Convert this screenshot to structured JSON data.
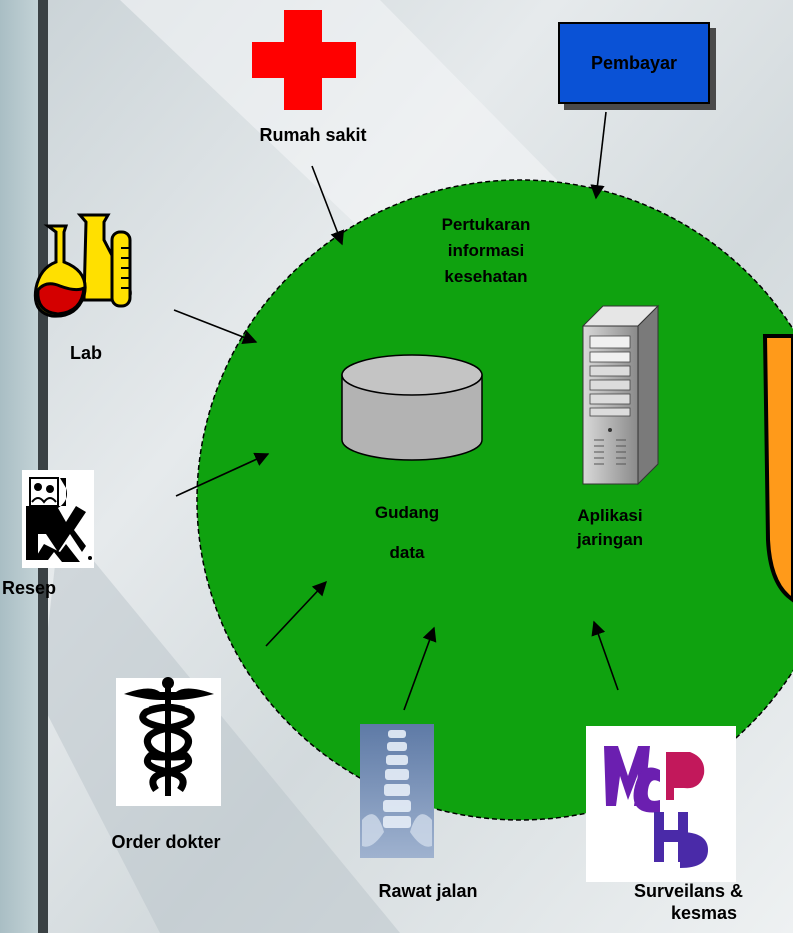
{
  "diagram": {
    "payer_label": "Pembayar",
    "hospital_label": "Rumah sakit",
    "exchange_label": [
      "Pertukaran",
      "informasi",
      "kesehatan"
    ],
    "lab_label": "Lab",
    "prescription_label": "Resep",
    "doctor_order_label": "Order dokter",
    "outpatient_label": "Rawat jalan",
    "surveillance_label": [
      "Surveilans &",
      "kesmas"
    ],
    "warehouse_label": [
      "Gudang",
      "data"
    ],
    "network_app_label": [
      "Aplikasi",
      "jaringan"
    ]
  },
  "colors": {
    "circle_fill": "#0fa20f",
    "payer_fill": "#0a52d6",
    "hospital_cross": "#ff0000",
    "shield_fill": "#ff9a1a",
    "cylinder_fill": "#b3b3b3"
  },
  "icons": [
    "red-cross-icon",
    "lab-flask-icon",
    "rx-icon",
    "caduceus-icon",
    "spine-xray-icon",
    "mch-logo-icon",
    "server-icon",
    "database-cylinder-icon",
    "shield-icon"
  ]
}
